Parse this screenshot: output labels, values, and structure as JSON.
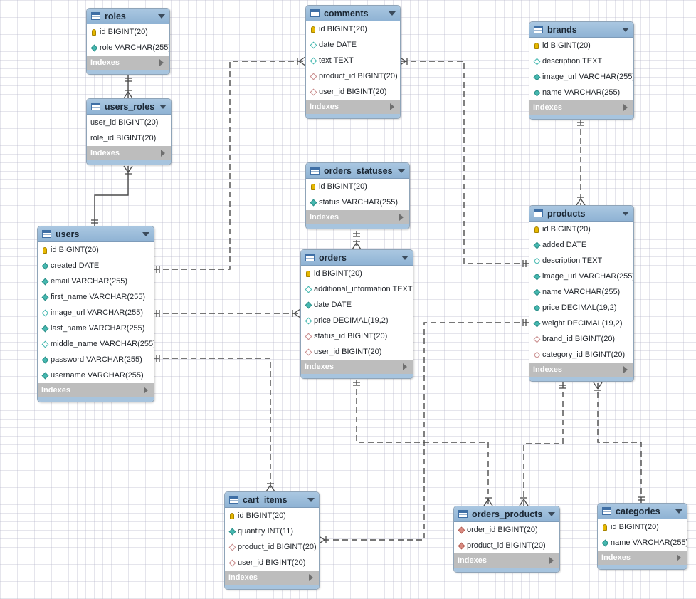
{
  "diagram": {
    "indexes_label": "Indexes",
    "tables": [
      {
        "id": "roles",
        "name": "roles",
        "columns": [
          {
            "text": "id BIGINT(20)",
            "kind": "pk"
          },
          {
            "text": "role VARCHAR(255)",
            "kind": "nn"
          }
        ]
      },
      {
        "id": "users_roles",
        "name": "users_roles",
        "columns": [
          {
            "text": "user_id BIGINT(20)",
            "kind": "none"
          },
          {
            "text": "role_id BIGINT(20)",
            "kind": "none"
          }
        ]
      },
      {
        "id": "users",
        "name": "users",
        "columns": [
          {
            "text": "id BIGINT(20)",
            "kind": "pk"
          },
          {
            "text": "created DATE",
            "kind": "nn"
          },
          {
            "text": "email VARCHAR(255)",
            "kind": "nn"
          },
          {
            "text": "first_name VARCHAR(255)",
            "kind": "nn"
          },
          {
            "text": "image_url VARCHAR(255)",
            "kind": "nullable"
          },
          {
            "text": "last_name VARCHAR(255)",
            "kind": "nn"
          },
          {
            "text": "middle_name VARCHAR(255)",
            "kind": "nullable"
          },
          {
            "text": "password VARCHAR(255)",
            "kind": "nn"
          },
          {
            "text": "username VARCHAR(255)",
            "kind": "nn"
          }
        ]
      },
      {
        "id": "comments",
        "name": "comments",
        "columns": [
          {
            "text": "id BIGINT(20)",
            "kind": "pk"
          },
          {
            "text": "date DATE",
            "kind": "nullable"
          },
          {
            "text": "text TEXT",
            "kind": "nullable"
          },
          {
            "text": "product_id BIGINT(20)",
            "kind": "fk"
          },
          {
            "text": "user_id BIGINT(20)",
            "kind": "fk"
          }
        ]
      },
      {
        "id": "orders_statuses",
        "name": "orders_statuses",
        "columns": [
          {
            "text": "id BIGINT(20)",
            "kind": "pk"
          },
          {
            "text": "status VARCHAR(255)",
            "kind": "nn"
          }
        ]
      },
      {
        "id": "orders",
        "name": "orders",
        "columns": [
          {
            "text": "id BIGINT(20)",
            "kind": "pk"
          },
          {
            "text": "additional_information TEXT",
            "kind": "nullable"
          },
          {
            "text": "date DATE",
            "kind": "nn"
          },
          {
            "text": "price DECIMAL(19,2)",
            "kind": "nullable"
          },
          {
            "text": "status_id BIGINT(20)",
            "kind": "fk"
          },
          {
            "text": "user_id BIGINT(20)",
            "kind": "fk"
          }
        ]
      },
      {
        "id": "brands",
        "name": "brands",
        "columns": [
          {
            "text": "id BIGINT(20)",
            "kind": "pk"
          },
          {
            "text": "description TEXT",
            "kind": "nullable"
          },
          {
            "text": "image_url VARCHAR(255)",
            "kind": "nn"
          },
          {
            "text": "name VARCHAR(255)",
            "kind": "nn"
          }
        ]
      },
      {
        "id": "products",
        "name": "products",
        "columns": [
          {
            "text": "id BIGINT(20)",
            "kind": "pk"
          },
          {
            "text": "added DATE",
            "kind": "nn"
          },
          {
            "text": "description TEXT",
            "kind": "nullable"
          },
          {
            "text": "image_url VARCHAR(255)",
            "kind": "nn"
          },
          {
            "text": "name VARCHAR(255)",
            "kind": "nn"
          },
          {
            "text": "price DECIMAL(19,2)",
            "kind": "nn"
          },
          {
            "text": "weight DECIMAL(19,2)",
            "kind": "nn"
          },
          {
            "text": "brand_id BIGINT(20)",
            "kind": "fk"
          },
          {
            "text": "category_id BIGINT(20)",
            "kind": "fk"
          }
        ]
      },
      {
        "id": "cart_items",
        "name": "cart_items",
        "columns": [
          {
            "text": "id BIGINT(20)",
            "kind": "pk"
          },
          {
            "text": "quantity INT(11)",
            "kind": "nn"
          },
          {
            "text": "product_id BIGINT(20)",
            "kind": "fk"
          },
          {
            "text": "user_id BIGINT(20)",
            "kind": "fk"
          }
        ]
      },
      {
        "id": "orders_products",
        "name": "orders_products",
        "columns": [
          {
            "text": "order_id BIGINT(20)",
            "kind": "fkpk"
          },
          {
            "text": "product_id BIGINT(20)",
            "kind": "fkpk"
          }
        ]
      },
      {
        "id": "categories",
        "name": "categories",
        "columns": [
          {
            "text": "id BIGINT(20)",
            "kind": "pk"
          },
          {
            "text": "name VARCHAR(255)",
            "kind": "nn"
          }
        ]
      }
    ],
    "relationships": [
      {
        "id": "roles-users_roles",
        "identifying": true
      },
      {
        "id": "users-users_roles",
        "identifying": true
      },
      {
        "id": "users-comments",
        "identifying": false
      },
      {
        "id": "products-comments",
        "identifying": false
      },
      {
        "id": "users-orders",
        "identifying": false
      },
      {
        "id": "orders_statuses-orders",
        "identifying": false
      },
      {
        "id": "users-cart_items",
        "identifying": false
      },
      {
        "id": "products-cart_items",
        "identifying": false
      },
      {
        "id": "brands-products",
        "identifying": false
      },
      {
        "id": "orders-orders_products",
        "identifying": false
      },
      {
        "id": "products-orders_products",
        "identifying": false
      },
      {
        "id": "categories-products",
        "identifying": false
      }
    ],
    "colors": {
      "header": "#9dbddb",
      "indexes_bar": "#bdbdbd",
      "connector": "#4a4a4a",
      "key": "#e6b800",
      "column_marker": "#45b8b0",
      "fk_marker": "#d98a80"
    }
  }
}
